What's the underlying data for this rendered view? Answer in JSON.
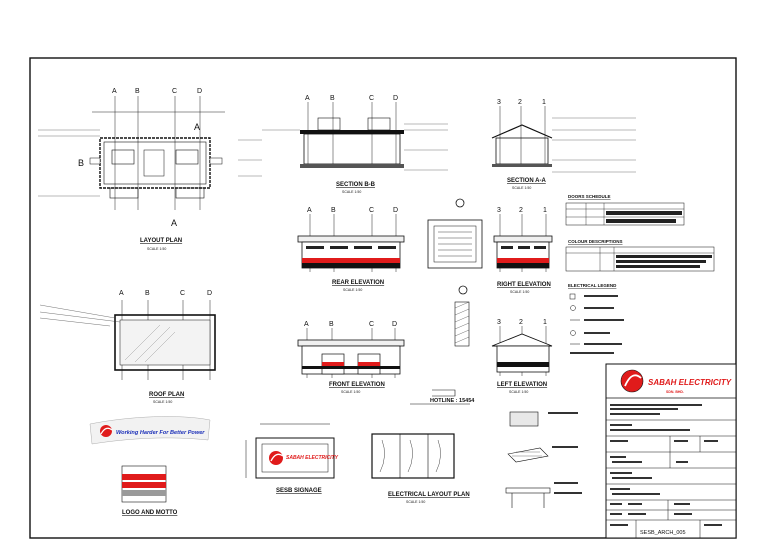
{
  "plans": {
    "layout": {
      "title": "LAYOUT PLAN",
      "scale": "SCALE 1:50"
    },
    "roof": {
      "title": "ROOF PLAN",
      "scale": "SCALE 1:50"
    },
    "section_bb": {
      "title": "SECTION B-B",
      "scale": "SCALE 1:50"
    },
    "section_aa": {
      "title": "SECTION A-A",
      "scale": "SCALE 1:50"
    },
    "rear": {
      "title": "REAR ELEVATION",
      "scale": "SCALE 1:50"
    },
    "right": {
      "title": "RIGHT ELEVATION",
      "scale": "SCALE 1:50"
    },
    "front": {
      "title": "FRONT ELEVATION",
      "scale": "SCALE 1:50"
    },
    "left": {
      "title": "LEFT ELEVATION",
      "scale": "SCALE 1:50"
    },
    "signage": {
      "title": "SESB SIGNAGE"
    },
    "logo_motto": {
      "title": "LOGO AND MOTTO"
    },
    "electrical": {
      "title": "ELECTRICAL LAYOUT PLAN",
      "scale": "SCALE 1:50"
    },
    "hotline": {
      "label": "HOTLINE : 15454"
    }
  },
  "grid_labels": {
    "a": "A",
    "b": "B",
    "c": "C",
    "d": "D",
    "n3": "3",
    "n2": "2",
    "n1": "1"
  },
  "section_marks": {
    "a": "A",
    "b": "B"
  },
  "motto": {
    "text": "Working Harder For Better Power"
  },
  "schedules": {
    "doors": "DOORS SCHEDULE",
    "colours": "COLOUR DESCRIPTIONS",
    "legend": "ELECTRICAL LEGEND"
  },
  "title_block": {
    "company": "SABAH ELECTRICITY",
    "company_sub": "SDN. BHD.",
    "sheet_number": "SESB_ARCH_005",
    "logo_name": "sesb-logo-icon"
  },
  "colors": {
    "brand_red": "#e01b1b",
    "line": "#111111",
    "hatch_grey": "#9a9a9a",
    "blue": "#1b2fb8"
  }
}
